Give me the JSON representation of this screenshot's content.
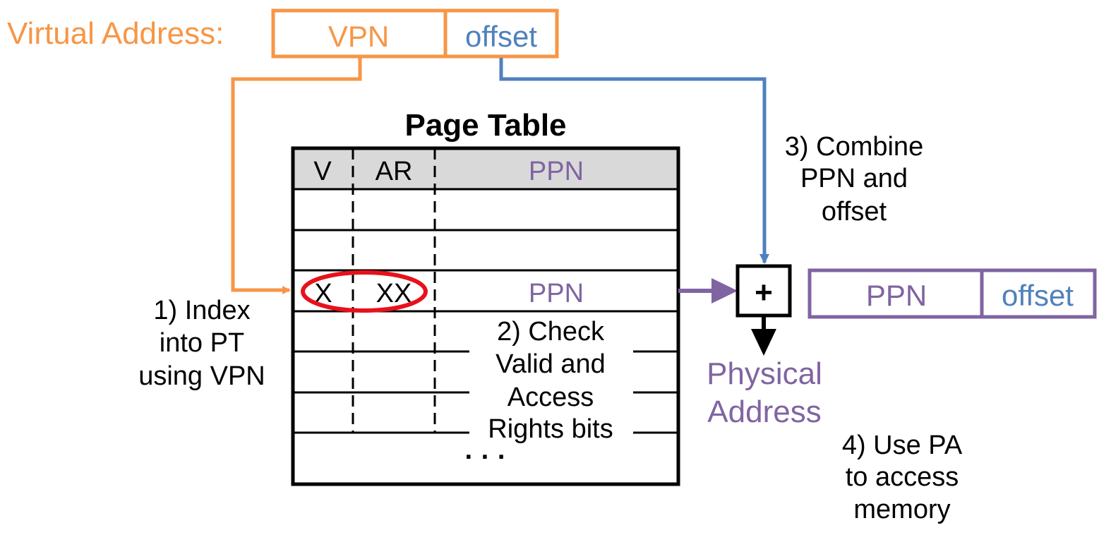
{
  "colors": {
    "orange": "#F79646",
    "blue": "#4F81BD",
    "purple": "#8064A2",
    "red": "#E8111B",
    "black": "#000000",
    "header_gray": "#D9D9D9"
  },
  "virtual_address": {
    "label": "Virtual Address:",
    "vpn": "VPN",
    "offset": "offset"
  },
  "page_table": {
    "title": "Page Table",
    "headers": [
      "V",
      "AR",
      "PPN"
    ],
    "highlighted_row": {
      "v": "X",
      "ar": "XX",
      "ppn": "PPN"
    },
    "ellipsis": "· · ·"
  },
  "steps": {
    "step1": [
      "1) Index",
      "into PT",
      "using VPN"
    ],
    "step2": [
      "2) Check",
      "Valid and",
      "Access",
      "Rights bits"
    ],
    "step3": [
      "3) Combine",
      "PPN and",
      "offset"
    ],
    "step4": [
      "4) Use PA",
      "to access",
      "memory"
    ]
  },
  "combiner": {
    "symbol": "+"
  },
  "physical_address": {
    "ppn": "PPN",
    "offset": "offset",
    "label_lines": [
      "Physical",
      "Address"
    ]
  }
}
